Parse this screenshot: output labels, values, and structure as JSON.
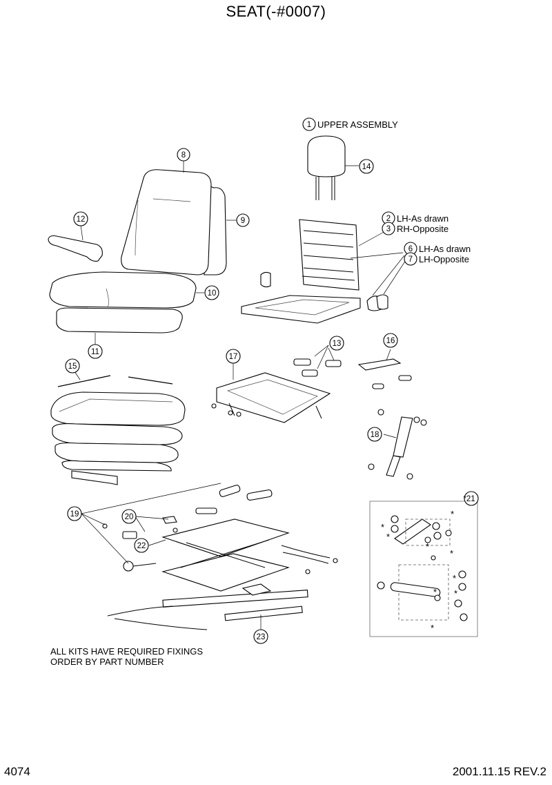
{
  "header": {
    "title": "SEAT(-#0007)"
  },
  "footer": {
    "page_number": "4074",
    "revision": "2001.11.15  REV.2"
  },
  "notes": {
    "line1": "ALL KITS HAVE REQUIRED FIXINGS",
    "line2": "ORDER BY PART NUMBER"
  },
  "callouts": {
    "c1": {
      "num": "1",
      "text": "UPPER ASSEMBLY"
    },
    "c2": {
      "num": "2",
      "text": "LH-As drawn"
    },
    "c3": {
      "num": "3",
      "text": "RH-Opposite"
    },
    "c6": {
      "num": "6",
      "text": "LH-As drawn"
    },
    "c7": {
      "num": "7",
      "text": "LH-Opposite"
    },
    "c8": {
      "num": "8"
    },
    "c9": {
      "num": "9"
    },
    "c10": {
      "num": "10"
    },
    "c11": {
      "num": "11"
    },
    "c12": {
      "num": "12"
    },
    "c13": {
      "num": "13"
    },
    "c14": {
      "num": "14"
    },
    "c15": {
      "num": "15"
    },
    "c16": {
      "num": "16"
    },
    "c17": {
      "num": "17"
    },
    "c18": {
      "num": "18"
    },
    "c19": {
      "num": "19"
    },
    "c20": {
      "num": "20"
    },
    "c21": {
      "num": "*21"
    },
    "c22": {
      "num": "22"
    },
    "c23": {
      "num": "23"
    }
  },
  "asterisk": "*"
}
